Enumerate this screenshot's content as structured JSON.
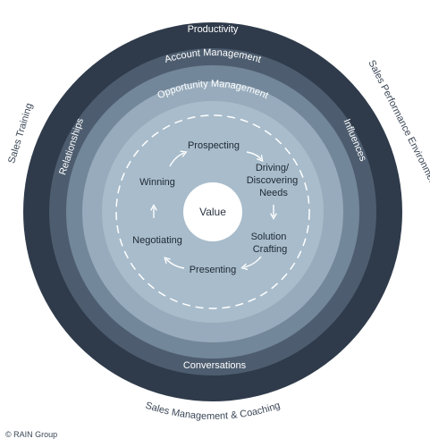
{
  "colors": {
    "ring_outer": "#2f3b4b",
    "ring_2": "#4d5d6f",
    "ring_3": "#73879a",
    "ring_4": "#97abbc",
    "ring_inner": "#a8bccb",
    "center": "#ffffff",
    "outer_text": "#3a4656"
  },
  "outer_labels": {
    "left": "Sales Training",
    "right": "Sales Performance Environment",
    "bottom": "Sales Management & Coaching"
  },
  "rings": {
    "outer_top": "Productivity",
    "outer_bottom": "Conversations",
    "second_top": "Account Management",
    "third_left": "Relationships",
    "third_right": "Influences",
    "fourth_top": "Opportunity Management"
  },
  "center": "Value",
  "steps": {
    "prospecting": "Prospecting",
    "driving": [
      "Driving/",
      "Discovering",
      "Needs"
    ],
    "solution": [
      "Solution",
      "Crafting"
    ],
    "presenting": "Presenting",
    "negotiating": "Negotiating",
    "winning": "Winning"
  },
  "copyright": "© RAIN Group"
}
